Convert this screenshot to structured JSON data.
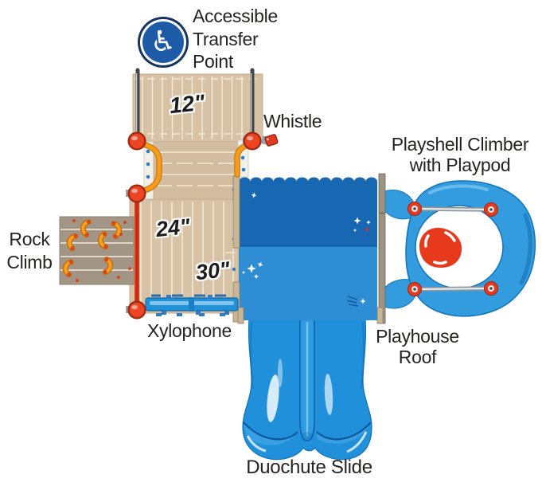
{
  "figure": {
    "type": "playground-structure-plan-view-diagram",
    "labels": {
      "transfer_point": "Accessible\nTransfer\nPoint",
      "whistle": "Whistle",
      "playshell_climber": "Playshell Climber\nwith Playpod",
      "rock_climb": "Rock\nClimb",
      "xylophone": "Xylophone",
      "playhouse_roof": "Playhouse\nRoof",
      "duochute_slide": "Duochute Slide",
      "deck_heights": {
        "d12": "12\"",
        "d24": "24\"",
        "d30": "30\""
      }
    },
    "icons": {
      "wheelchair": {
        "name": "wheelchair-icon",
        "glyph": "♿"
      }
    },
    "colors": {
      "text_dark": "#262422",
      "deck_tan": "#d7c2a6",
      "ramp_tan": "#d3bda0",
      "deck_line": "#f1e9d9",
      "rock_panel": "#a39585",
      "rock_line": "#ddd6c9",
      "hold_orange": "#f5a11d",
      "hold_red": "#d2491d",
      "post_dark": "#44474a",
      "post_light": "#c9ccce",
      "post_tan": "#c9b597",
      "post_gray": "#9b9383",
      "connector_red": "#e8401f",
      "pipe_orange": "#f59c1b",
      "bar_red": "#e03619",
      "roof_dark": "#1767b3",
      "roof_light": "#2f8ed3",
      "clip_blue": "#2e7cc3",
      "xylo_blue": "#2191d8",
      "xylo_light": "#8ccbee",
      "shell_blue": "#339cde",
      "shell_dark": "#0f69ae",
      "slide_blue": "#2090da",
      "slide_light": "#bfe2f6",
      "slide_dark": "#0d5da1",
      "pod_red": "#e73a1d",
      "rail_gray": "#8e979e",
      "icon_blue": "#1e5ba6",
      "icon_navy": "#16355e"
    }
  }
}
